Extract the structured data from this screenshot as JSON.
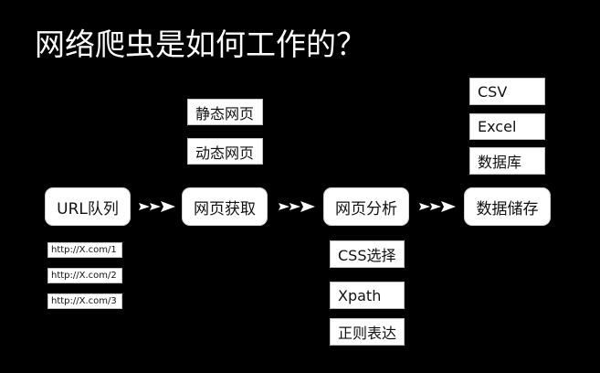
{
  "title": "网络爬虫是如何工作的？",
  "stages": [
    "URL队列",
    "网页获取",
    "网页分析",
    "数据储存"
  ],
  "url_queue": [
    "http://X.com/1",
    "http://X.com/2",
    "http://X.com/3"
  ],
  "page_types": [
    "静态网页",
    "动态网页"
  ],
  "parse_methods": [
    "CSS选择",
    "Xpath",
    "正则表达"
  ],
  "storage_types": [
    "CSV",
    "Excel",
    "数据库"
  ]
}
